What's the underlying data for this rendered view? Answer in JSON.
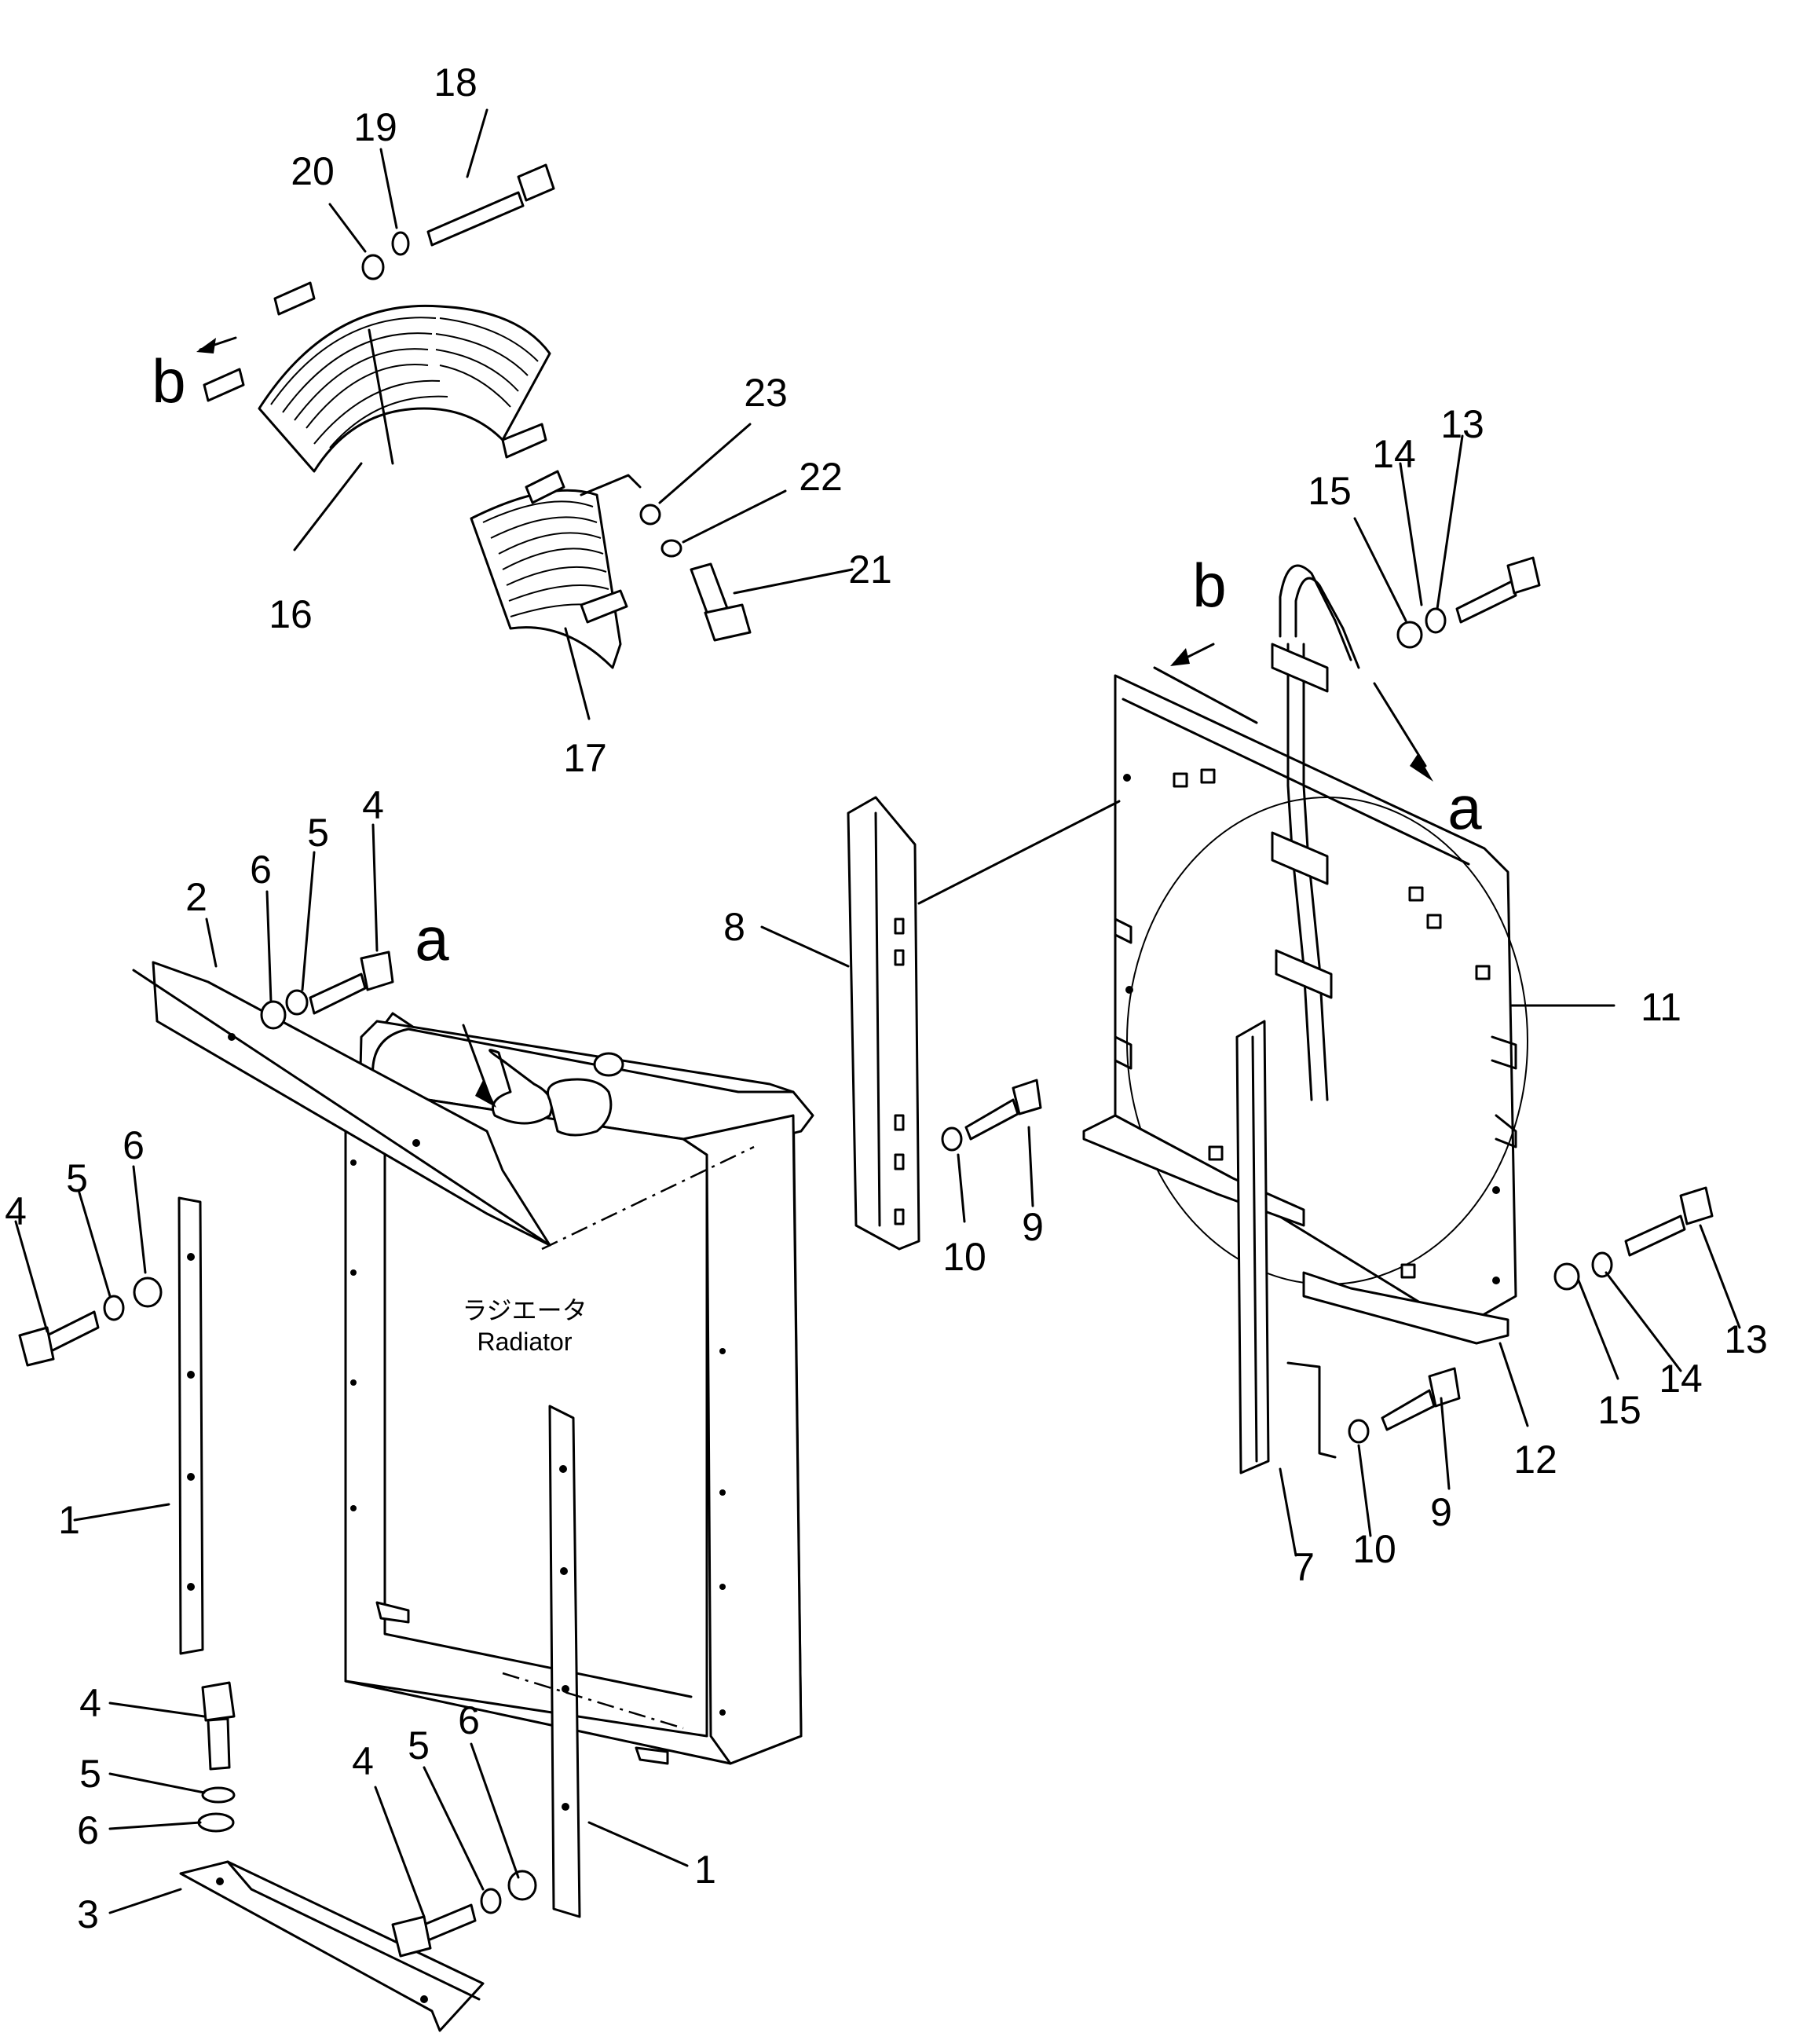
{
  "callouts": [
    {
      "id": "c18",
      "text": "18"
    },
    {
      "id": "c19",
      "text": "19"
    },
    {
      "id": "c20",
      "text": "20"
    },
    {
      "id": "c16",
      "text": "16"
    },
    {
      "id": "c17",
      "text": "17"
    },
    {
      "id": "c23",
      "text": "23"
    },
    {
      "id": "c22",
      "text": "22"
    },
    {
      "id": "c21",
      "text": "21"
    },
    {
      "id": "c13a",
      "text": "13"
    },
    {
      "id": "c14a",
      "text": "14"
    },
    {
      "id": "c15a",
      "text": "15"
    },
    {
      "id": "c11",
      "text": "11"
    },
    {
      "id": "c8",
      "text": "8"
    },
    {
      "id": "c10a",
      "text": "10"
    },
    {
      "id": "c9a",
      "text": "9"
    },
    {
      "id": "c2",
      "text": "2"
    },
    {
      "id": "c6a",
      "text": "6"
    },
    {
      "id": "c5a",
      "text": "5"
    },
    {
      "id": "c4a",
      "text": "4"
    },
    {
      "id": "c4b",
      "text": "4"
    },
    {
      "id": "c5b",
      "text": "5"
    },
    {
      "id": "c6b",
      "text": "6"
    },
    {
      "id": "c1a",
      "text": "1"
    },
    {
      "id": "c4c",
      "text": "4"
    },
    {
      "id": "c5c",
      "text": "5"
    },
    {
      "id": "c6c",
      "text": "6"
    },
    {
      "id": "c3",
      "text": "3"
    },
    {
      "id": "c4d",
      "text": "4"
    },
    {
      "id": "c5d",
      "text": "5"
    },
    {
      "id": "c6d",
      "text": "6"
    },
    {
      "id": "c1b",
      "text": "1"
    },
    {
      "id": "c7",
      "text": "7"
    },
    {
      "id": "c10b",
      "text": "10"
    },
    {
      "id": "c9b",
      "text": "9"
    },
    {
      "id": "c12",
      "text": "12"
    },
    {
      "id": "c15b",
      "text": "15"
    },
    {
      "id": "c14b",
      "text": "14"
    },
    {
      "id": "c13b",
      "text": "13"
    }
  ],
  "view_markers": [
    {
      "id": "b1",
      "text": "b"
    },
    {
      "id": "b2",
      "text": "b"
    },
    {
      "id": "a1",
      "text": "a"
    },
    {
      "id": "a2",
      "text": "a"
    }
  ],
  "radiator_label": {
    "japanese": "ラジエータ",
    "english": "Radiator"
  }
}
